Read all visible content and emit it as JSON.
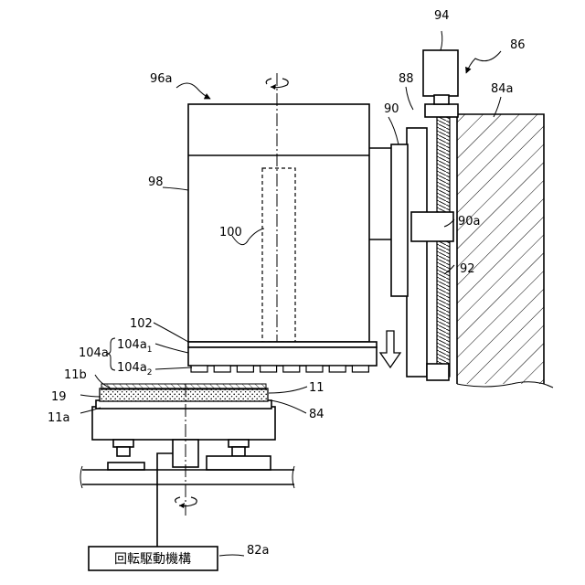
{
  "labels": {
    "l94": "94",
    "l86": "86",
    "l96a": "96a",
    "l88": "88",
    "l84a": "84a",
    "l90": "90",
    "l98": "98",
    "l90a": "90a",
    "l100": "100",
    "l92": "92",
    "l102": "102",
    "l104a1_base": "104a",
    "l104a1_sub": "1",
    "l104a": "104a",
    "l104a2_base": "104a",
    "l104a2_sub": "2",
    "l11b": "11b",
    "l11": "11",
    "l19": "19",
    "l84": "84",
    "l11a": "11a",
    "l82a": "82a"
  },
  "drive_box": {
    "text": "回転駆動機構"
  }
}
